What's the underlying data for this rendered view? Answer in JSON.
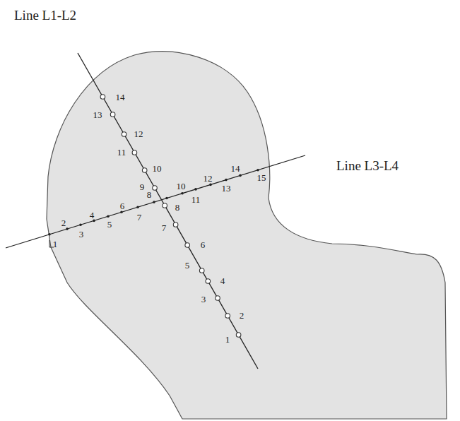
{
  "diagram": {
    "labels": [
      "Line L1-L2",
      "Line L3-L4",
      "1",
      "2",
      "3",
      "4",
      "5",
      "6",
      "7",
      "8",
      "9",
      "10",
      "11",
      "12",
      "13",
      "14",
      "1",
      "2",
      "3",
      "4",
      "5",
      "6",
      "7",
      "8",
      "10",
      "11",
      "12",
      "13",
      "14",
      "15"
    ]
  }
}
